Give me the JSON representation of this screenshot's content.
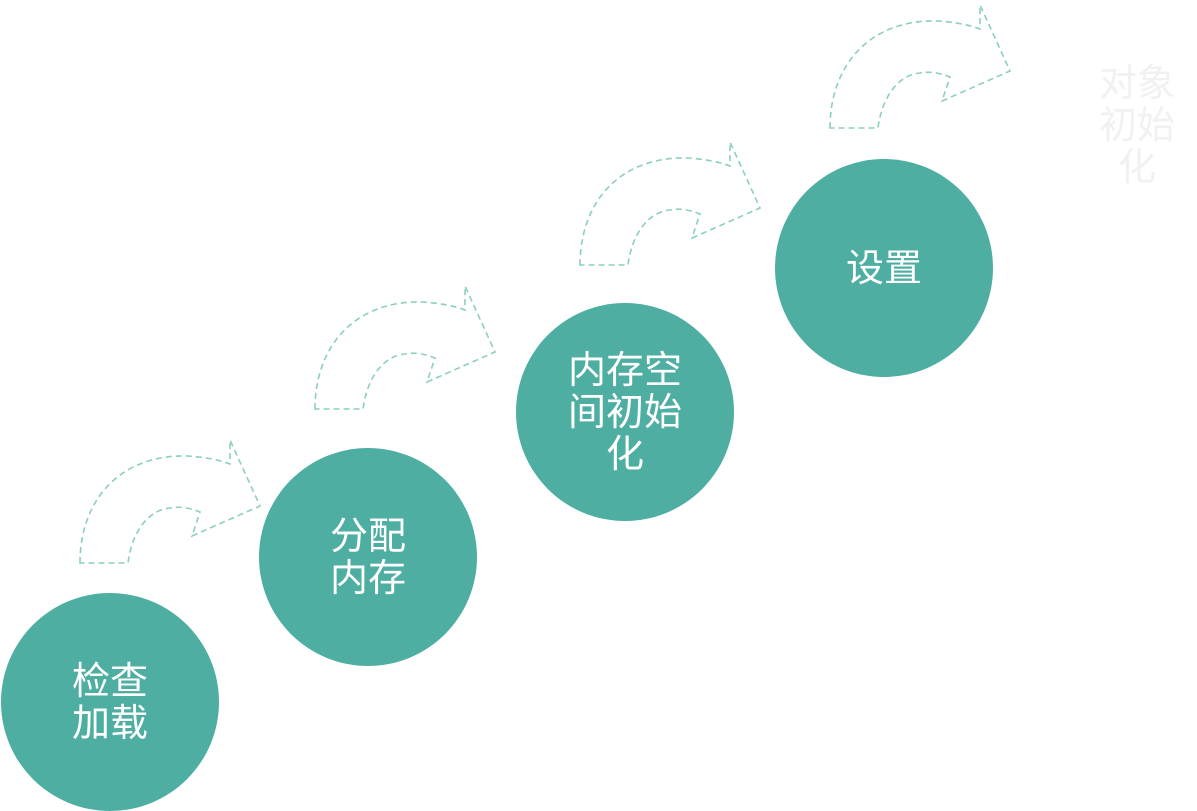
{
  "diagram": {
    "steps": [
      {
        "label": "检查\n加载"
      },
      {
        "label": "分配\n内存"
      },
      {
        "label": "内存空\n间初始\n化"
      },
      {
        "label": "设置"
      }
    ],
    "final_step": {
      "label": "对象初始化"
    },
    "colors": {
      "circle": "#4daea1",
      "circle_text": "#ffffff",
      "arrow_dash": "#8ccfbe",
      "final_text": "#f1f1f1"
    }
  }
}
